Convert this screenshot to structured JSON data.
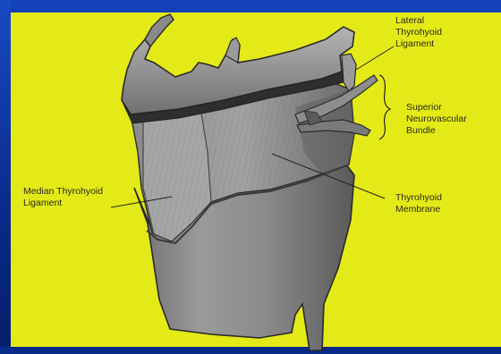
{
  "labels": {
    "lateral_thyrohyoid_ligament": [
      "Lateral",
      "Thyrohyoid",
      "Ligament"
    ],
    "superior_neurovascular_bundle": [
      "Superior",
      "Neurovascular",
      "Bundle"
    ],
    "median_thyrohyoid_ligament": [
      "Median Thyrohyoid",
      "Ligament"
    ],
    "thyrohyoid_membrane": [
      "Thyrohyoid",
      "Membrane"
    ]
  },
  "colors": {
    "slide_background": "#e4ea17",
    "frame_blue": "#0a2a8a",
    "label_text": "#2a2a1a",
    "leader_line": "#222222"
  }
}
